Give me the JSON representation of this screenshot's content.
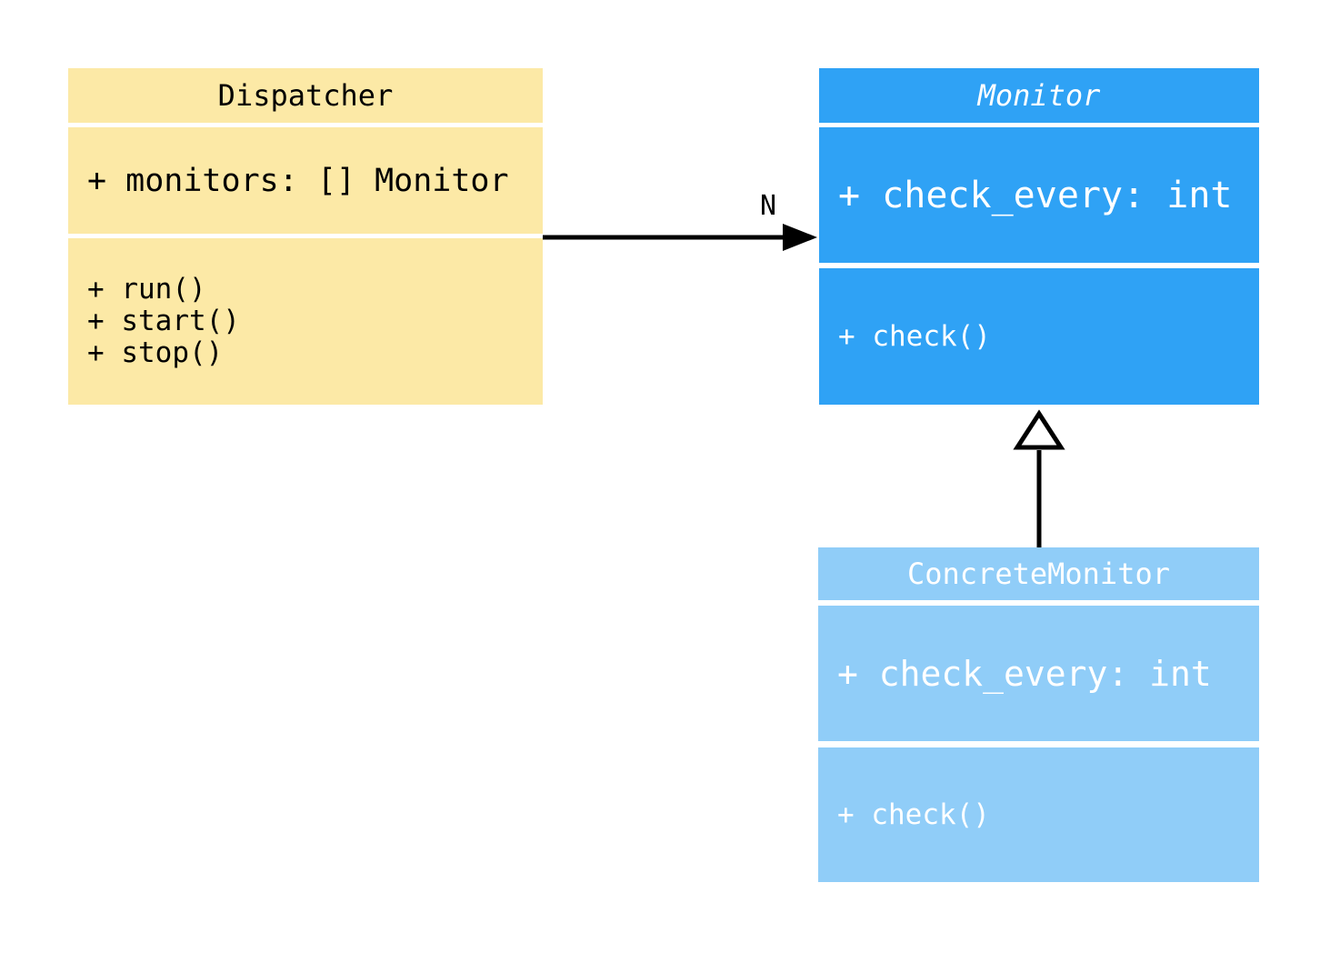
{
  "diagram": {
    "type": "uml-class-diagram",
    "background_color": "#ffffff",
    "edge_color": "#000000",
    "hollow_arrow_fill": "#ffffff",
    "classes": [
      {
        "name": "Dispatcher",
        "abstract": false,
        "fill": "#FCE9A6",
        "text_color": "#000000",
        "attributes": [
          "+ monitors: [] Monitor"
        ],
        "methods": [
          "+ run()",
          "+ start()",
          "+ stop()"
        ]
      },
      {
        "name": "Monitor",
        "abstract": true,
        "fill": "#2FA2F5",
        "text_color": "#FFFFFF",
        "attributes": [
          "+ check_every: int"
        ],
        "methods": [
          "+ check()"
        ]
      },
      {
        "name": "ConcreteMonitor",
        "abstract": false,
        "fill": "#90CDF8",
        "text_color": "#FFFFFF",
        "attributes": [
          "+ check_every: int"
        ],
        "methods": [
          "+ check()"
        ]
      }
    ],
    "relationships": [
      {
        "type": "association",
        "from": "Dispatcher",
        "to": "Monitor",
        "label": "N",
        "arrowhead": "filled-triangle"
      },
      {
        "type": "generalization",
        "from": "ConcreteMonitor",
        "to": "Monitor",
        "label": "",
        "arrowhead": "hollow-triangle"
      }
    ]
  }
}
